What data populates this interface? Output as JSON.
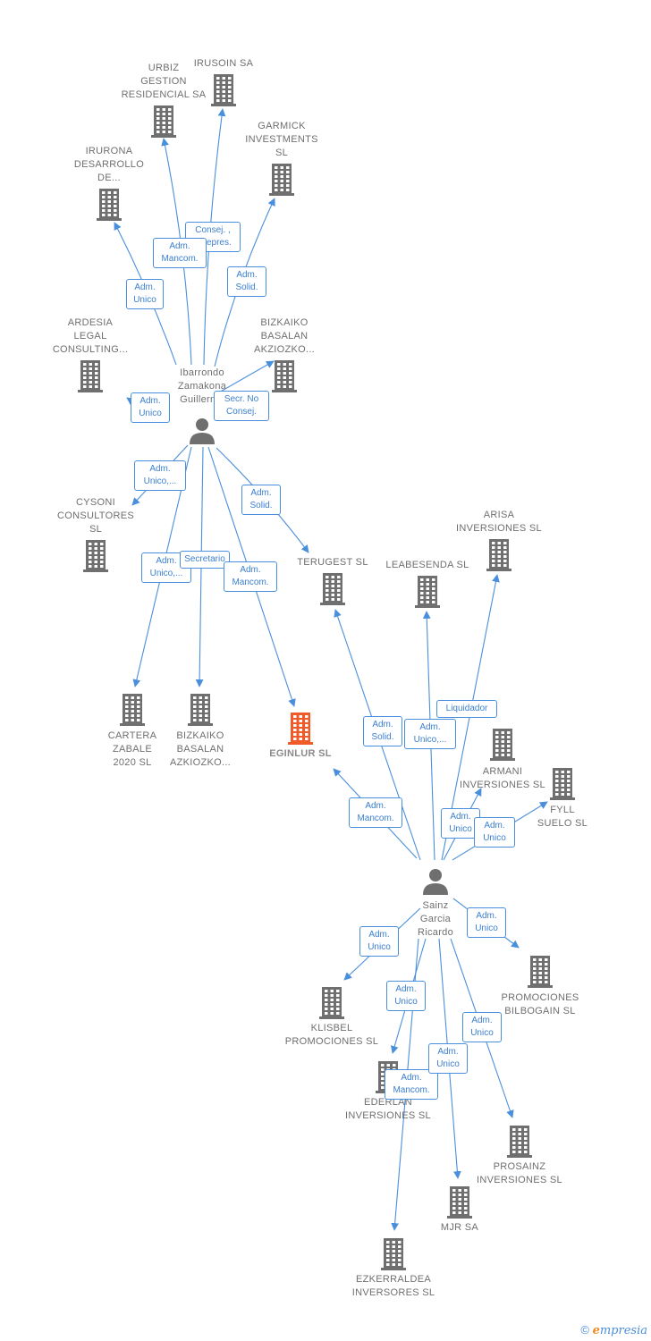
{
  "colors": {
    "edge": "#4a8fdc",
    "building": "#6f6f6f",
    "building_focus": "#f05a28",
    "person": "#6f6f6f"
  },
  "nodes": {
    "irusoin": {
      "label": "IRUSOIN SA",
      "icon": "building-icon"
    },
    "urbiz": {
      "label": "URBIZ\nGESTION\nRESIDENCIAL SA",
      "icon": "building-icon"
    },
    "garmick": {
      "label": "GARMICK\nINVESTMENTS\nSL",
      "icon": "building-icon"
    },
    "irurona": {
      "label": "IRURONA\nDESARROLLO\nDE...",
      "icon": "building-icon"
    },
    "ardesia": {
      "label": "ARDESIA\nLEGAL\nCONSULTING...",
      "icon": "building-icon"
    },
    "bizkaiko1": {
      "label": "BIZKAIKO\nBASALAN\nAKZIOZKO...",
      "icon": "building-icon"
    },
    "ibarrondo": {
      "label": "Ibarrondo\nZamakona\nGuillermo",
      "icon": "person-icon"
    },
    "cysoni": {
      "label": "CYSONI\nCONSULTORES\nSL",
      "icon": "building-icon"
    },
    "terugest": {
      "label": "TERUGEST  SL",
      "icon": "building-icon"
    },
    "leabesenda": {
      "label": "LEABESENDA SL",
      "icon": "building-icon"
    },
    "arisa": {
      "label": "ARISA\nINVERSIONES SL",
      "icon": "building-icon"
    },
    "cartera": {
      "label": "CARTERA\nZABALE\n2020  SL",
      "icon": "building-icon"
    },
    "bizkaiko2": {
      "label": "BIZKAIKO\nBASALAN\nAZKIOZKO...",
      "icon": "building-icon"
    },
    "eginlur": {
      "label": "EGINLUR  SL",
      "icon": "building-icon"
    },
    "armani": {
      "label": "ARMANI\nINVERSIONES SL",
      "icon": "building-icon"
    },
    "fyll": {
      "label": "FYLL\nSUELO  SL",
      "icon": "building-icon"
    },
    "sainz": {
      "label": "Sainz\nGarcia\nRicardo",
      "icon": "person-icon"
    },
    "klisbel": {
      "label": "KLISBEL\nPROMOCIONES SL",
      "icon": "building-icon"
    },
    "promociones": {
      "label": "PROMOCIONES\nBILBOGAIN SL",
      "icon": "building-icon"
    },
    "ederlan": {
      "label": "EDERLAN\nINVERSIONES SL",
      "icon": "building-icon"
    },
    "prosainz": {
      "label": "PROSAINZ\nINVERSIONES SL",
      "icon": "building-icon"
    },
    "mjr": {
      "label": "MJR SA",
      "icon": "building-icon"
    },
    "ezkerraldea": {
      "label": "EZKERRALDEA\nINVERSORES SL",
      "icon": "building-icon"
    }
  },
  "edge_labels": {
    "consej_vicepres": "Consej. ,\nVicepres.",
    "adm_mancom_urbiz": "Adm.\nMancom.",
    "adm_solid_garmick": "Adm.\nSolid.",
    "adm_unico_irurona": "Adm.\nUnico",
    "adm_unico_ardesia": "Adm.\nUnico",
    "secr_no_consej": "Secr.  No\nConsej.",
    "adm_unico_cysoni": "Adm.\nUnico,...",
    "adm_solid_terugest": "Adm.\nSolid.",
    "adm_unico_cartera": "Adm.\nUnico,...",
    "secretario": "Secretario",
    "adm_mancom_eginlur1": "Adm.\nMancom.",
    "adm_solid_sainz_terugest": "Adm.\nSolid.",
    "adm_unico_leabesenda": "Adm.\nUnico,...",
    "liquidador": "Liquidador",
    "adm_mancom_eginlur2": "Adm.\nMancom.",
    "adm_unico_armani": "Adm.\nUnico",
    "adm_unico_fyll": "Adm.\nUnico",
    "adm_unico_klisbel": "Adm.\nUnico",
    "adm_unico_promociones": "Adm.\nUnico",
    "adm_unico_ederlan": "Adm.\nUnico",
    "adm_mancom_ezkerraldea": "Adm.\nMancom.",
    "adm_unico_mjr": "Adm.\nUnico",
    "adm_unico_prosainz": "Adm.\nUnico"
  },
  "footer": {
    "copyright": "©",
    "brand_first": "e",
    "brand_rest": "mpresia"
  }
}
